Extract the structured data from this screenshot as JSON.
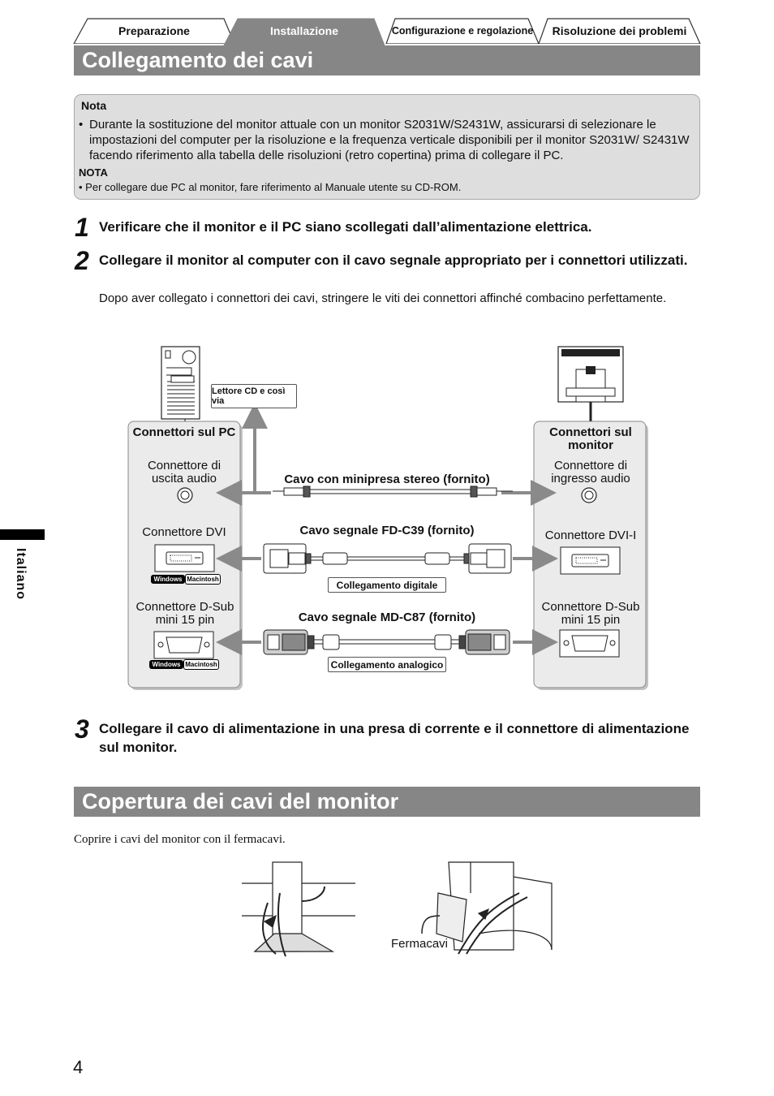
{
  "tabs": [
    {
      "label": "Preparazione",
      "active": false
    },
    {
      "label": "Installazione",
      "active": true
    },
    {
      "label": "Configurazione e regolazione",
      "active": false
    },
    {
      "label": "Risoluzione dei problemi",
      "active": false
    }
  ],
  "section1": {
    "title": "Collegamento dei cavi"
  },
  "note": {
    "title": "Nota",
    "bullet1": "Durante la sostituzione del monitor attuale con un monitor S2031W/S2431W, assicurarsi di selezionare le impostazioni del computer per la risoluzione e la frequenza verticale disponibili per il monitor S2031W/ S2431W facendo riferimento alla tabella delle risoluzioni (retro copertina) prima di collegare il PC.",
    "title2": "NOTA",
    "bullet2": "• Per collegare due PC al monitor, fare riferimento al Manuale utente su CD-ROM."
  },
  "steps": [
    {
      "num": "1",
      "text": "Verificare che il monitor e il PC siano scollegati dall’alimentazione elettrica."
    },
    {
      "num": "2",
      "text": "Collegare il monitor al computer con il cavo segnale appropriato per i connettori utilizzati.",
      "sub": "Dopo aver collegato i connettori dei cavi, stringere le viti dei connettori affinché combacino perfettamente."
    },
    {
      "num": "3",
      "text": "Collegare il cavo di alimentazione in una presa di corrente e il connettore di alimentazione sul monitor."
    }
  ],
  "diagram": {
    "cd_label": "Lettore CD e così via",
    "pc_panel": {
      "title": "Connettori sul PC",
      "audio": "Connettore di uscita audio",
      "dvi": "Connettore DVI",
      "dsub": "Connettore D-Sub mini 15 pin"
    },
    "monitor_panel": {
      "title": "Connettori sul monitor",
      "audio": "Connettore di ingresso audio",
      "dvi": "Connettore DVI-I",
      "dsub": "Connettore D-Sub mini 15 pin"
    },
    "cable_audio": "Cavo con minipresa stereo (fornito)",
    "cable_dvi": "Cavo segnale FD-C39 (fornito)",
    "cable_dvi_caption": "Collegamento digitale",
    "cable_dsub": "Cavo segnale MD-C87 (fornito)",
    "cable_dsub_caption": "Collegamento analogico",
    "badge_windows": "Windows",
    "badge_mac": "Macintosh"
  },
  "side_label": "Italiano",
  "section2": {
    "title": "Copertura dei cavi del monitor"
  },
  "cover_text": "Coprire i cavi del monitor con il fermacavi.",
  "fermacavi_label": "Fermacavi",
  "page_number": "4",
  "colors": {
    "section_bar": "#868686",
    "note_bg": "#dedede",
    "panel_bg": "#ebebeb",
    "arrow": "#8a8a8a"
  }
}
